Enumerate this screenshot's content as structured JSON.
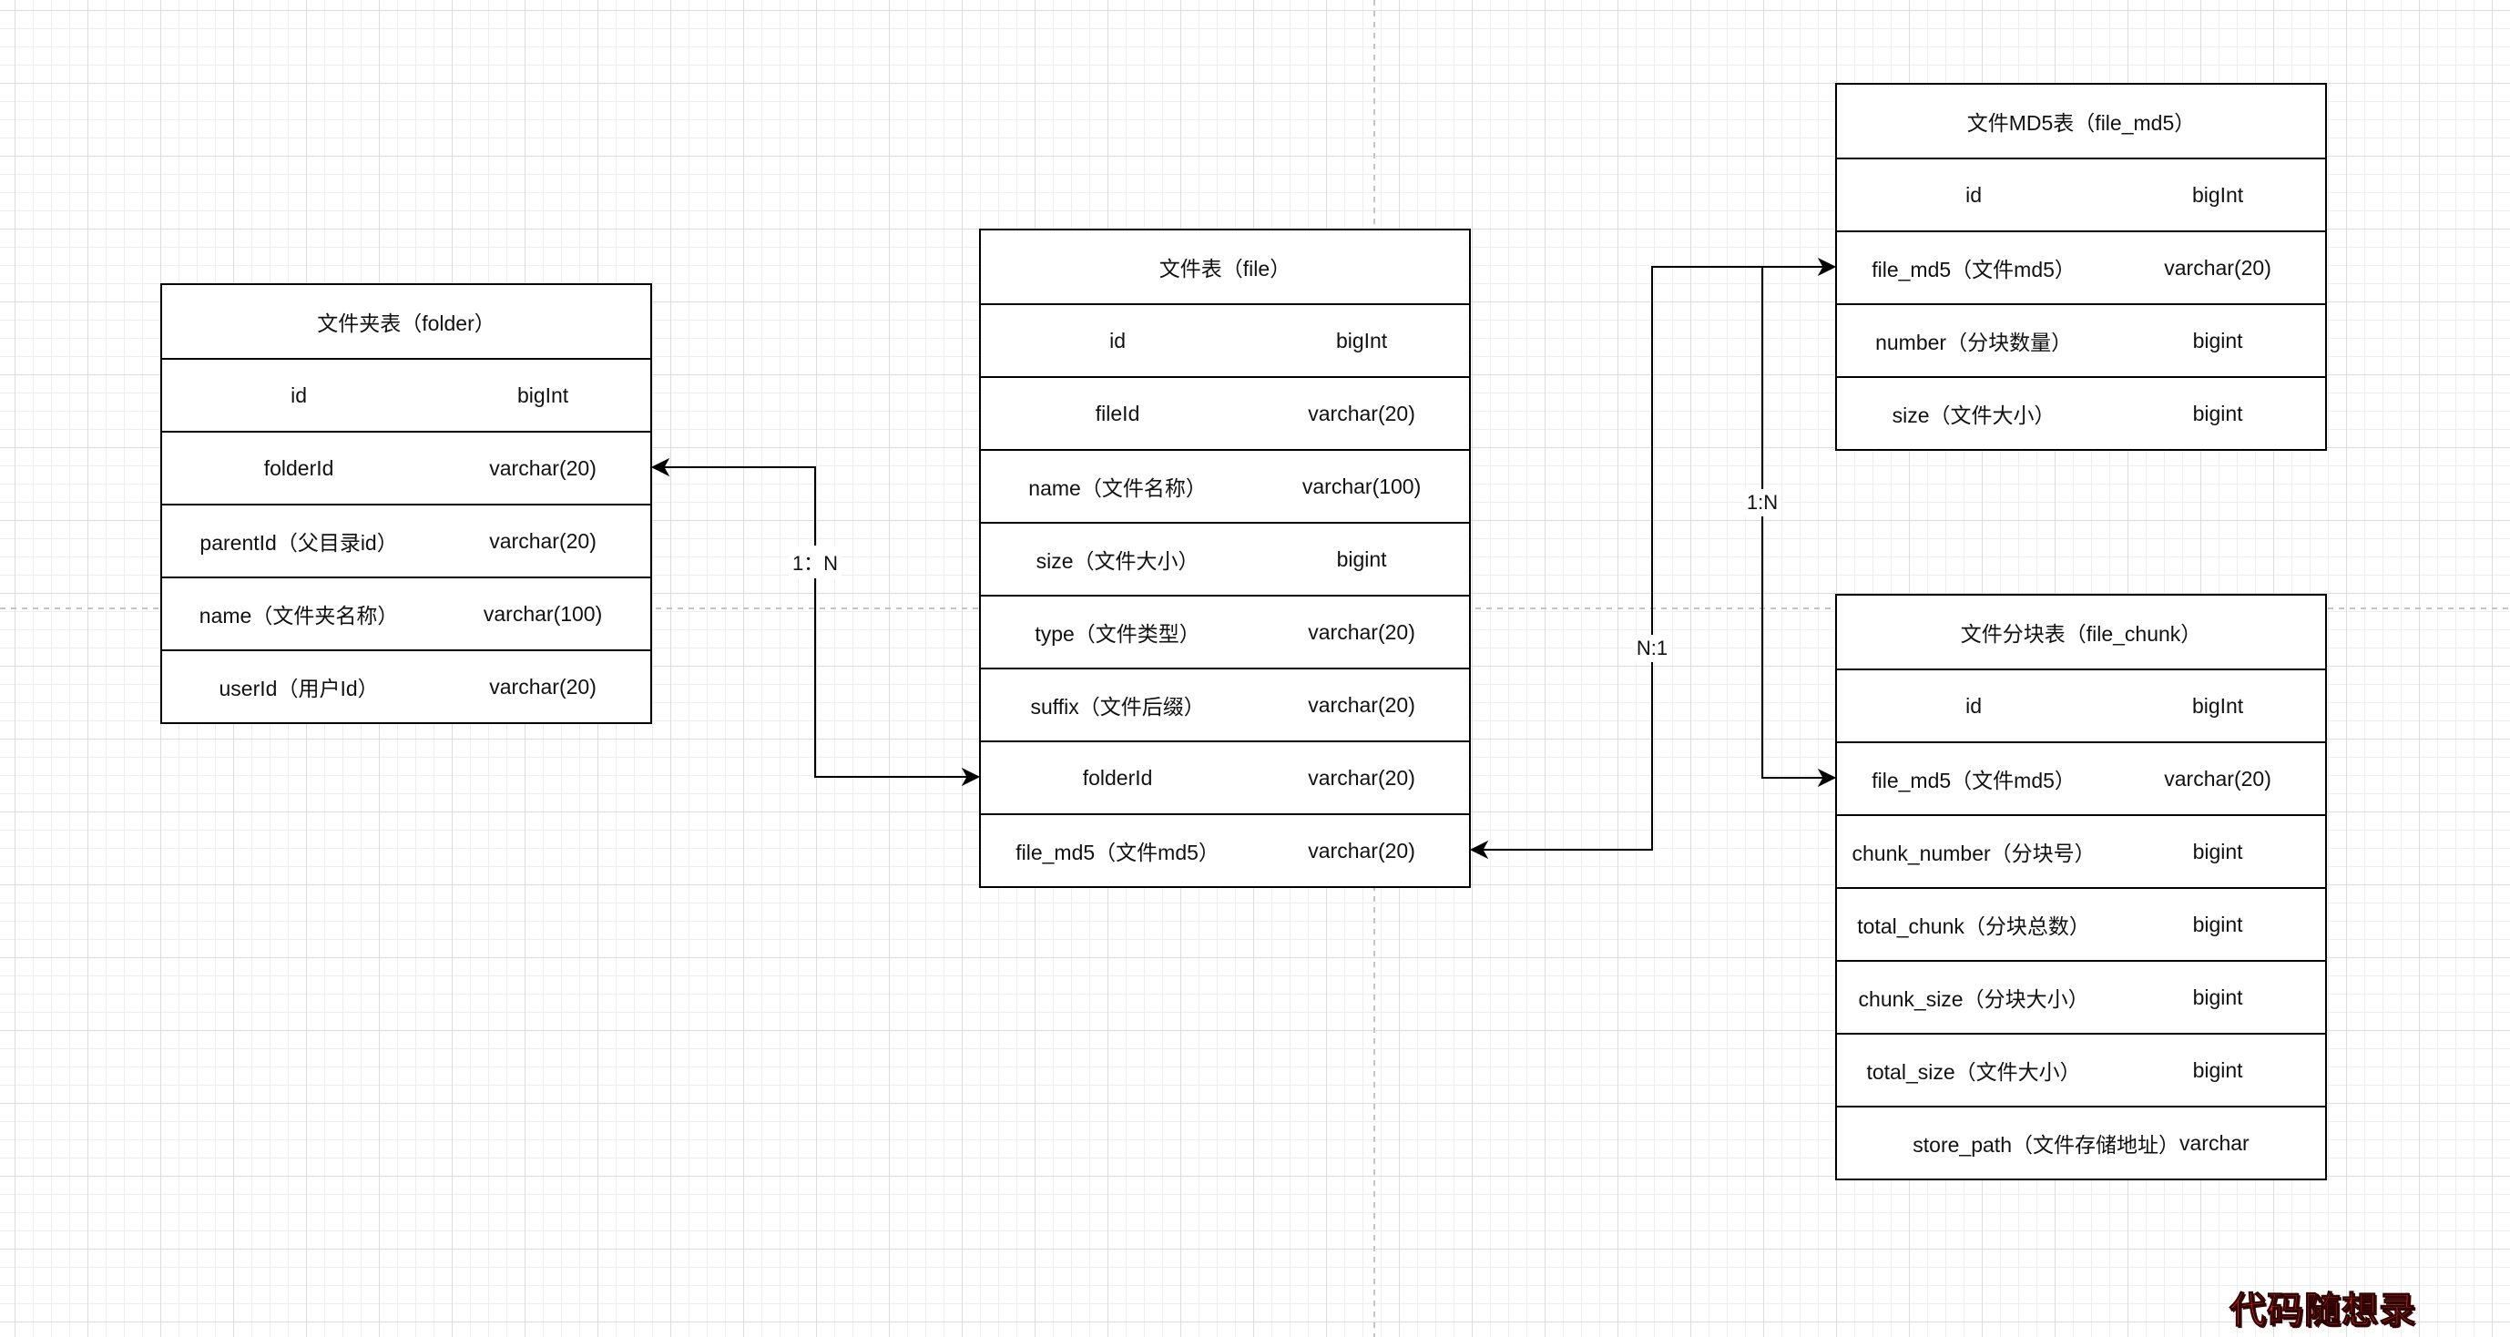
{
  "tables": {
    "folder": {
      "title": "文件夹表（folder）",
      "rows": [
        {
          "name": "id",
          "type": "bigInt"
        },
        {
          "name": "folderId",
          "type": "varchar(20)"
        },
        {
          "name": "parentId（父目录id）",
          "type": "varchar(20)"
        },
        {
          "name": "name（文件夹名称）",
          "type": "varchar(100)"
        },
        {
          "name": "userId（用户Id）",
          "type": "varchar(20)"
        }
      ]
    },
    "file": {
      "title": "文件表（file）",
      "rows": [
        {
          "name": "id",
          "type": "bigInt"
        },
        {
          "name": "fileId",
          "type": "varchar(20)"
        },
        {
          "name": "name（文件名称）",
          "type": "varchar(100)"
        },
        {
          "name": "size（文件大小）",
          "type": "bigint"
        },
        {
          "name": "type（文件类型）",
          "type": "varchar(20)"
        },
        {
          "name": "suffix（文件后缀）",
          "type": "varchar(20)"
        },
        {
          "name": "folderId",
          "type": "varchar(20)"
        },
        {
          "name": "file_md5（文件md5）",
          "type": "varchar(20)"
        }
      ]
    },
    "file_md5": {
      "title": "文件MD5表（file_md5）",
      "rows": [
        {
          "name": "id",
          "type": "bigInt"
        },
        {
          "name": "file_md5（文件md5）",
          "type": "varchar(20)"
        },
        {
          "name": "number（分块数量）",
          "type": "bigint"
        },
        {
          "name": "size（文件大小）",
          "type": "bigint"
        }
      ]
    },
    "file_chunk": {
      "title": "文件分块表（file_chunk）",
      "rows": [
        {
          "name": "id",
          "type": "bigInt"
        },
        {
          "name": "file_md5（文件md5）",
          "type": "varchar(20)"
        },
        {
          "name": "chunk_number（分块号）",
          "type": "bigint"
        },
        {
          "name": "total_chunk（分块总数）",
          "type": "bigint"
        },
        {
          "name": "chunk_size（分块大小）",
          "type": "bigint"
        },
        {
          "name": "total_size（文件大小）",
          "type": "bigint"
        },
        {
          "name": "store_path（文件存储地址）",
          "type": "varchar"
        }
      ]
    }
  },
  "relations": [
    {
      "label": "1：N"
    },
    {
      "label": "N:1"
    },
    {
      "label": "1:N"
    }
  ],
  "watermark": {
    "text": "代码随想录"
  },
  "colors": {
    "line": "#000000",
    "table_border": "#000000",
    "table_fill": "#ffffff",
    "grid_minor": "#eeeeee",
    "grid_major": "#dcdcdc",
    "page_break": "#c4c4c4",
    "watermark": "#e3231b"
  }
}
